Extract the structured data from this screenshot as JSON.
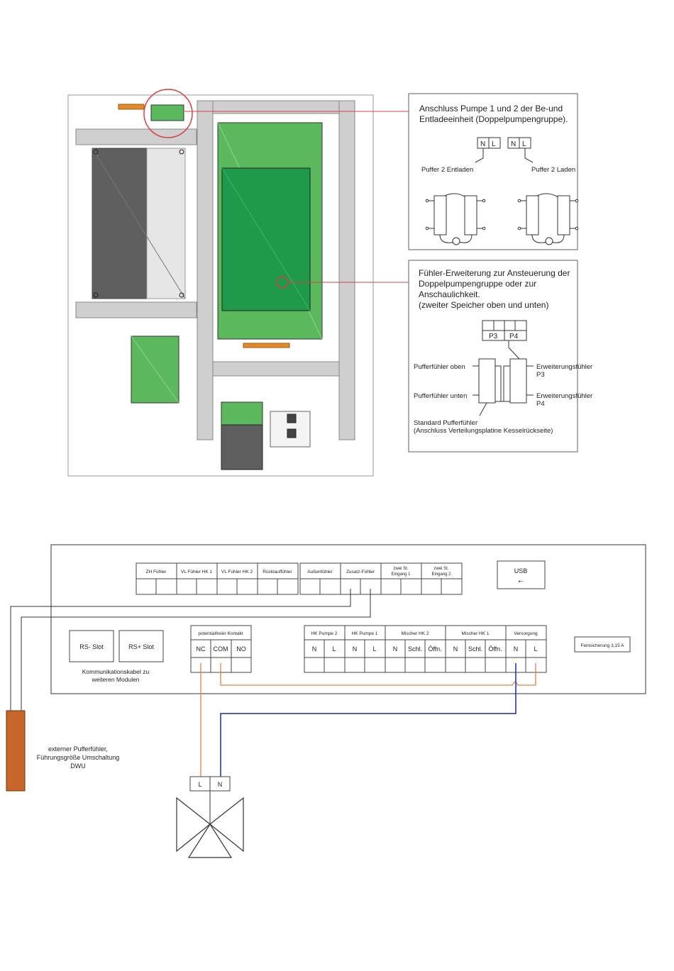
{
  "top_diagram": {
    "callout1": {
      "title_line1": "Anschluss Pumpe 1 und 2 der Be-und",
      "title_line2": "Entladeeinheit (Doppelpumpengruppe).",
      "terminal_n": "N",
      "terminal_l": "L",
      "label_left": "Puffer 2 Entladen",
      "label_right": "Puffer 2 Laden"
    },
    "callout2": {
      "title_line1": "Fühler-Erweiterung zur Ansteuerung der",
      "title_line2": "Doppelpumpengruppe oder zur",
      "title_line3": "Anschaulichkeit.",
      "title_line4": "(zweiter Speicher oben und unten)",
      "p3": "P3",
      "p4": "P4",
      "puffer_oben": "Pufferfühler oben",
      "puffer_unten": "Pufferfühler unten",
      "erw_p3_line1": "Erweiterungsfühler",
      "erw_p3_line2": "P3",
      "erw_p4_line1": "Erweiterungsfühler",
      "erw_p4_line2": "P4",
      "standard_line1": "Standard Pufferfühler",
      "standard_line2": "(Anschluss Verteilungsplatine Kesselrückseite)"
    }
  },
  "bottom_diagram": {
    "sensor_group1": [
      "ZH Fühler",
      "VL Fühler HK 1",
      "VL Fühler HK 2",
      "Rücklauffühler"
    ],
    "sensor_group2": {
      "aussen": "Außenfühler",
      "zusatz": "Zusatz-Fühler",
      "eingang1_line1": "zwei St.",
      "eingang1_line2": "Eingang 1",
      "eingang2_line1": "zwei St.",
      "eingang2_line2": "Eingang 2"
    },
    "usb_label": "USB",
    "usb_symbol": "⭠",
    "slot1": "RS- Slot",
    "slot2": "RS+ Slot",
    "comm_line1": "Kommunikationskabel zu",
    "comm_line2": "weiteren Modulen",
    "contact_title": "potentialfreier Kontakt",
    "contact_terms": [
      "NC",
      "COM",
      "NO"
    ],
    "power_groups": [
      {
        "name": "HK Pumpe 2",
        "terms": [
          "N",
          "L"
        ]
      },
      {
        "name": "HK Pumpe 1",
        "terms": [
          "N",
          "L"
        ]
      },
      {
        "name": "Mischer HK 2",
        "terms": [
          "N",
          "Schl.",
          "Öffn."
        ]
      },
      {
        "name": "Mischer HK 1",
        "terms": [
          "N",
          "Schl.",
          "Öffn."
        ]
      },
      {
        "name": "Versorgung",
        "terms": [
          "N",
          "L"
        ]
      }
    ],
    "fuse": "Feinsicherung 3,15 A",
    "external_line1": "externer Pufferfühler,",
    "external_line2": "Führungsgröße Umschaltung",
    "external_line3": "DWU",
    "valve_l": "L",
    "valve_n": "N"
  },
  "colors": {
    "green_light": "#5cb85c",
    "green_dark": "#1f9a4a",
    "gray_bar": "#cfcfcf",
    "orange": "#e08a2a",
    "red": "#d94040",
    "wire_orange": "#e0804a",
    "wire_blue": "#1a2aa8",
    "sensor_brown": "#c8652a"
  }
}
